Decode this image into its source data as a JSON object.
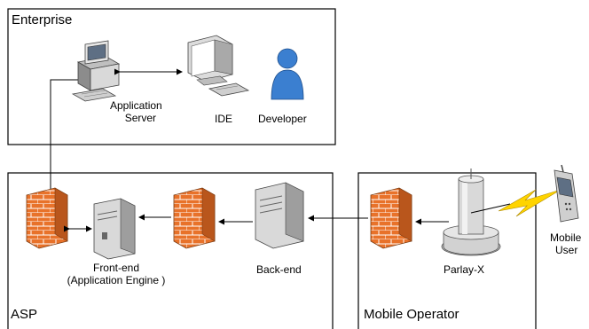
{
  "zones": {
    "enterprise": "Enterprise",
    "asp": "ASP",
    "mobile_operator": "Mobile Operator"
  },
  "nodes": {
    "application_server": {
      "line1": "Application",
      "line2": "Server"
    },
    "ide": "IDE",
    "developer": "Developer",
    "front_end": {
      "line1": "Front-end",
      "line2": "(Application Engine )"
    },
    "back_end": "Back-end",
    "parlay_x": "Parlay-X",
    "mobile_user": {
      "line1": "Mobile",
      "line2": "User"
    }
  },
  "colors": {
    "border": "#000000",
    "firewall": "#e8722a",
    "firewall_mortar": "#ffffff",
    "developer": "#3b7fd0",
    "server_body": "#d9d9d9",
    "tower": "#c7c7c7",
    "lightning": "#ffd400"
  }
}
